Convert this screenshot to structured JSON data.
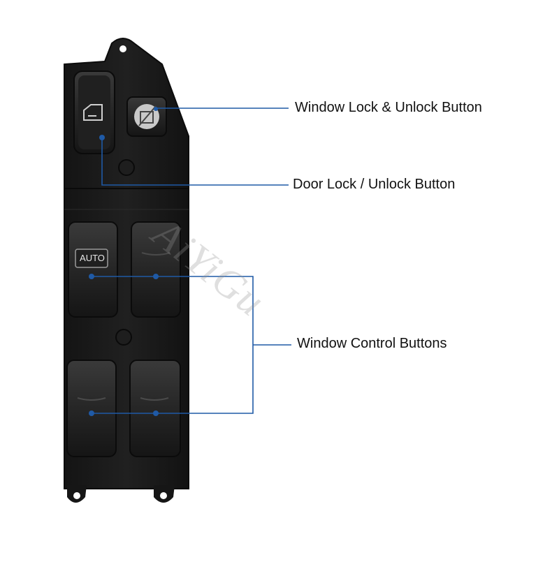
{
  "labels": {
    "window_lock": "Window Lock & Unlock Button",
    "door_lock": "Door Lock / Unlock Button",
    "window_control": "Window Control Buttons"
  },
  "auto_label": "AUTO",
  "watermark": "AiYiGu",
  "colors": {
    "background": "#ffffff",
    "panel": "#1a1a1a",
    "button": "#232323",
    "leader_line": "#1f5aa6",
    "text": "#111111"
  }
}
